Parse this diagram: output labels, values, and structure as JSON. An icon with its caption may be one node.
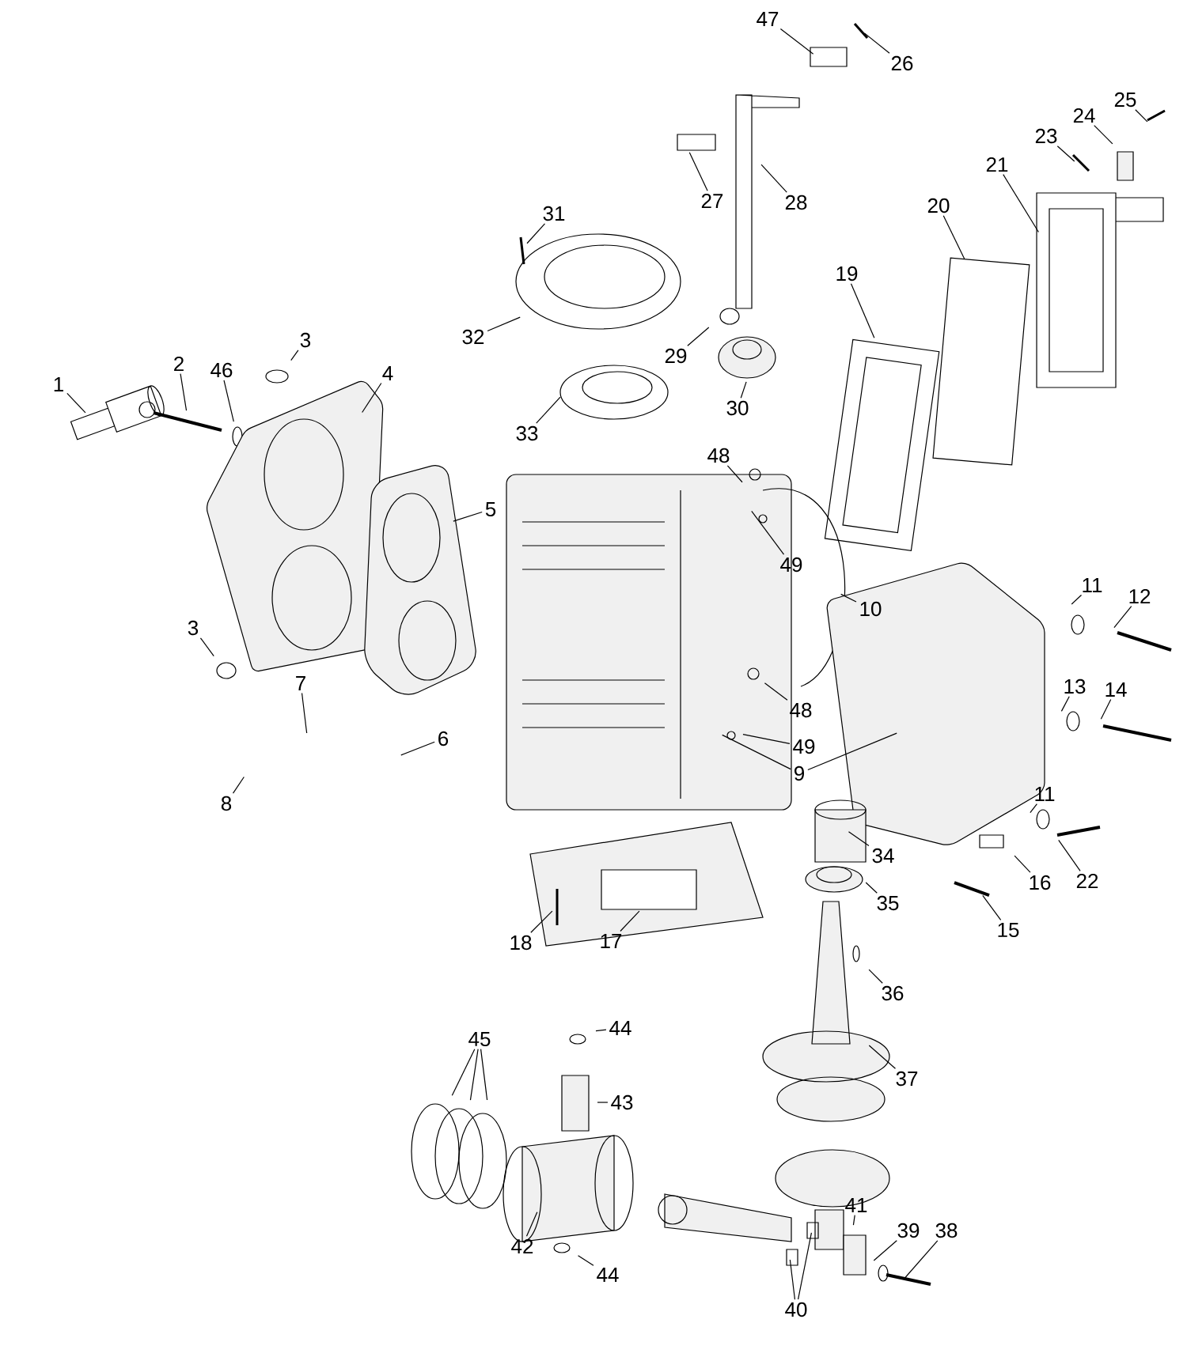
{
  "diagram": {
    "nodes": [
      {
        "text": [
          "1"
        ]
      },
      {
        "text": [
          "2"
        ]
      },
      {
        "text": [
          "46"
        ]
      },
      {
        "text": [
          "3"
        ]
      },
      {
        "text": [
          "4"
        ]
      },
      {
        "text": [
          "31"
        ]
      },
      {
        "text": [
          "32"
        ]
      },
      {
        "text": [
          "33"
        ]
      },
      {
        "text": [
          "5"
        ]
      },
      {
        "text": [
          "3"
        ]
      },
      {
        "text": [
          "7"
        ]
      },
      {
        "text": [
          "6"
        ]
      },
      {
        "text": [
          "8"
        ]
      },
      {
        "text": [
          "47"
        ]
      },
      {
        "text": [
          "26"
        ]
      },
      {
        "text": [
          "27"
        ]
      },
      {
        "text": [
          "28"
        ]
      },
      {
        "text": [
          "29"
        ]
      },
      {
        "text": [
          "30"
        ]
      },
      {
        "text": [
          "19"
        ]
      },
      {
        "text": [
          "20"
        ]
      },
      {
        "text": [
          "21"
        ]
      },
      {
        "text": [
          "23"
        ]
      },
      {
        "text": [
          "24"
        ]
      },
      {
        "text": [
          "25"
        ]
      },
      {
        "text": [
          "48"
        ]
      },
      {
        "text": [
          "49"
        ]
      },
      {
        "text": [
          "10"
        ]
      },
      {
        "text": [
          "11"
        ]
      },
      {
        "text": [
          "12"
        ]
      },
      {
        "text": [
          "13"
        ]
      },
      {
        "text": [
          "14"
        ]
      },
      {
        "text": [
          "48"
        ]
      },
      {
        "text": [
          "49"
        ]
      },
      {
        "text": [
          "9"
        ]
      },
      {
        "text": [
          "34"
        ]
      },
      {
        "text": [
          "11"
        ]
      },
      {
        "text": [
          "22"
        ]
      },
      {
        "text": [
          "16"
        ]
      },
      {
        "text": [
          "35"
        ]
      },
      {
        "text": [
          "15"
        ]
      },
      {
        "text": [
          "17"
        ]
      },
      {
        "text": [
          "18"
        ]
      },
      {
        "text": [
          "36"
        ]
      },
      {
        "text": [
          "45"
        ]
      },
      {
        "text": [
          "44"
        ]
      },
      {
        "text": [
          "43"
        ]
      },
      {
        "text": [
          "37"
        ]
      },
      {
        "text": [
          "42"
        ]
      },
      {
        "text": [
          "44"
        ]
      },
      {
        "text": [
          "41"
        ]
      },
      {
        "text": [
          "39"
        ]
      },
      {
        "text": [
          "38"
        ]
      },
      {
        "text": [
          "40"
        ]
      }
    ],
    "edges": [
      {
        "from": 0,
        "to": null,
        "arrow": "none"
      },
      {
        "from": 1,
        "to": null,
        "arrow": "none"
      },
      {
        "from": 2,
        "to": null,
        "arrow": "none"
      },
      {
        "from": 3,
        "to": null,
        "arrow": "none"
      },
      {
        "from": 4,
        "to": null,
        "arrow": "none"
      },
      {
        "from": 5,
        "to": null,
        "arrow": "none"
      },
      {
        "from": 6,
        "to": null,
        "arrow": "none"
      },
      {
        "from": 7,
        "to": null,
        "arrow": "none"
      },
      {
        "from": 8,
        "to": null,
        "arrow": "none"
      },
      {
        "from": 9,
        "to": null,
        "arrow": "none"
      },
      {
        "from": 10,
        "to": null,
        "arrow": "none"
      },
      {
        "from": 11,
        "to": null,
        "arrow": "none"
      },
      {
        "from": 12,
        "to": null,
        "arrow": "none"
      },
      {
        "from": 13,
        "to": null,
        "arrow": "none"
      },
      {
        "from": 14,
        "to": null,
        "arrow": "none"
      },
      {
        "from": 15,
        "to": null,
        "arrow": "none"
      },
      {
        "from": 16,
        "to": null,
        "arrow": "none"
      },
      {
        "from": 17,
        "to": null,
        "arrow": "none"
      },
      {
        "from": 18,
        "to": null,
        "arrow": "none"
      },
      {
        "from": 19,
        "to": null,
        "arrow": "none"
      },
      {
        "from": 20,
        "to": null,
        "arrow": "none"
      },
      {
        "from": 21,
        "to": null,
        "arrow": "none"
      },
      {
        "from": 22,
        "to": null,
        "arrow": "none"
      },
      {
        "from": 23,
        "to": null,
        "arrow": "none"
      },
      {
        "from": 24,
        "to": null,
        "arrow": "none"
      },
      {
        "from": 25,
        "to": null,
        "arrow": "none"
      },
      {
        "from": 26,
        "to": null,
        "arrow": "none"
      },
      {
        "from": 27,
        "to": null,
        "arrow": "none"
      },
      {
        "from": 28,
        "to": null,
        "arrow": "none"
      },
      {
        "from": 29,
        "to": null,
        "arrow": "none"
      },
      {
        "from": 30,
        "to": null,
        "arrow": "none"
      },
      {
        "from": 31,
        "to": null,
        "arrow": "none"
      },
      {
        "from": 32,
        "to": null,
        "arrow": "none"
      },
      {
        "from": 33,
        "to": null,
        "arrow": "none"
      },
      {
        "from": 34,
        "to": null,
        "arrow": "none"
      },
      {
        "from": 34,
        "to": null,
        "arrow": "none"
      },
      {
        "from": 35,
        "to": null,
        "arrow": "none"
      },
      {
        "from": 36,
        "to": null,
        "arrow": "none"
      },
      {
        "from": 37,
        "to": null,
        "arrow": "none"
      },
      {
        "from": 38,
        "to": null,
        "arrow": "none"
      },
      {
        "from": 39,
        "to": null,
        "arrow": "none"
      },
      {
        "from": 40,
        "to": null,
        "arrow": "none"
      },
      {
        "from": 41,
        "to": null,
        "arrow": "none"
      },
      {
        "from": 42,
        "to": null,
        "arrow": "none"
      },
      {
        "from": 43,
        "to": null,
        "arrow": "none"
      },
      {
        "from": 44,
        "to": null,
        "arrow": "none"
      },
      {
        "from": 44,
        "to": null,
        "arrow": "none"
      },
      {
        "from": 44,
        "to": null,
        "arrow": "none"
      },
      {
        "from": 45,
        "to": null,
        "arrow": "none"
      },
      {
        "from": 46,
        "to": null,
        "arrow": "none"
      },
      {
        "from": 47,
        "to": null,
        "arrow": "none"
      },
      {
        "from": 48,
        "to": null,
        "arrow": "none"
      },
      {
        "from": 49,
        "to": null,
        "arrow": "none"
      },
      {
        "from": 50,
        "to": null,
        "arrow": "none"
      },
      {
        "from": 51,
        "to": null,
        "arrow": "none"
      },
      {
        "from": 52,
        "to": null,
        "arrow": "none"
      },
      {
        "from": 53,
        "to": null,
        "arrow": "none"
      },
      {
        "from": 53,
        "to": null,
        "arrow": "none"
      }
    ]
  }
}
